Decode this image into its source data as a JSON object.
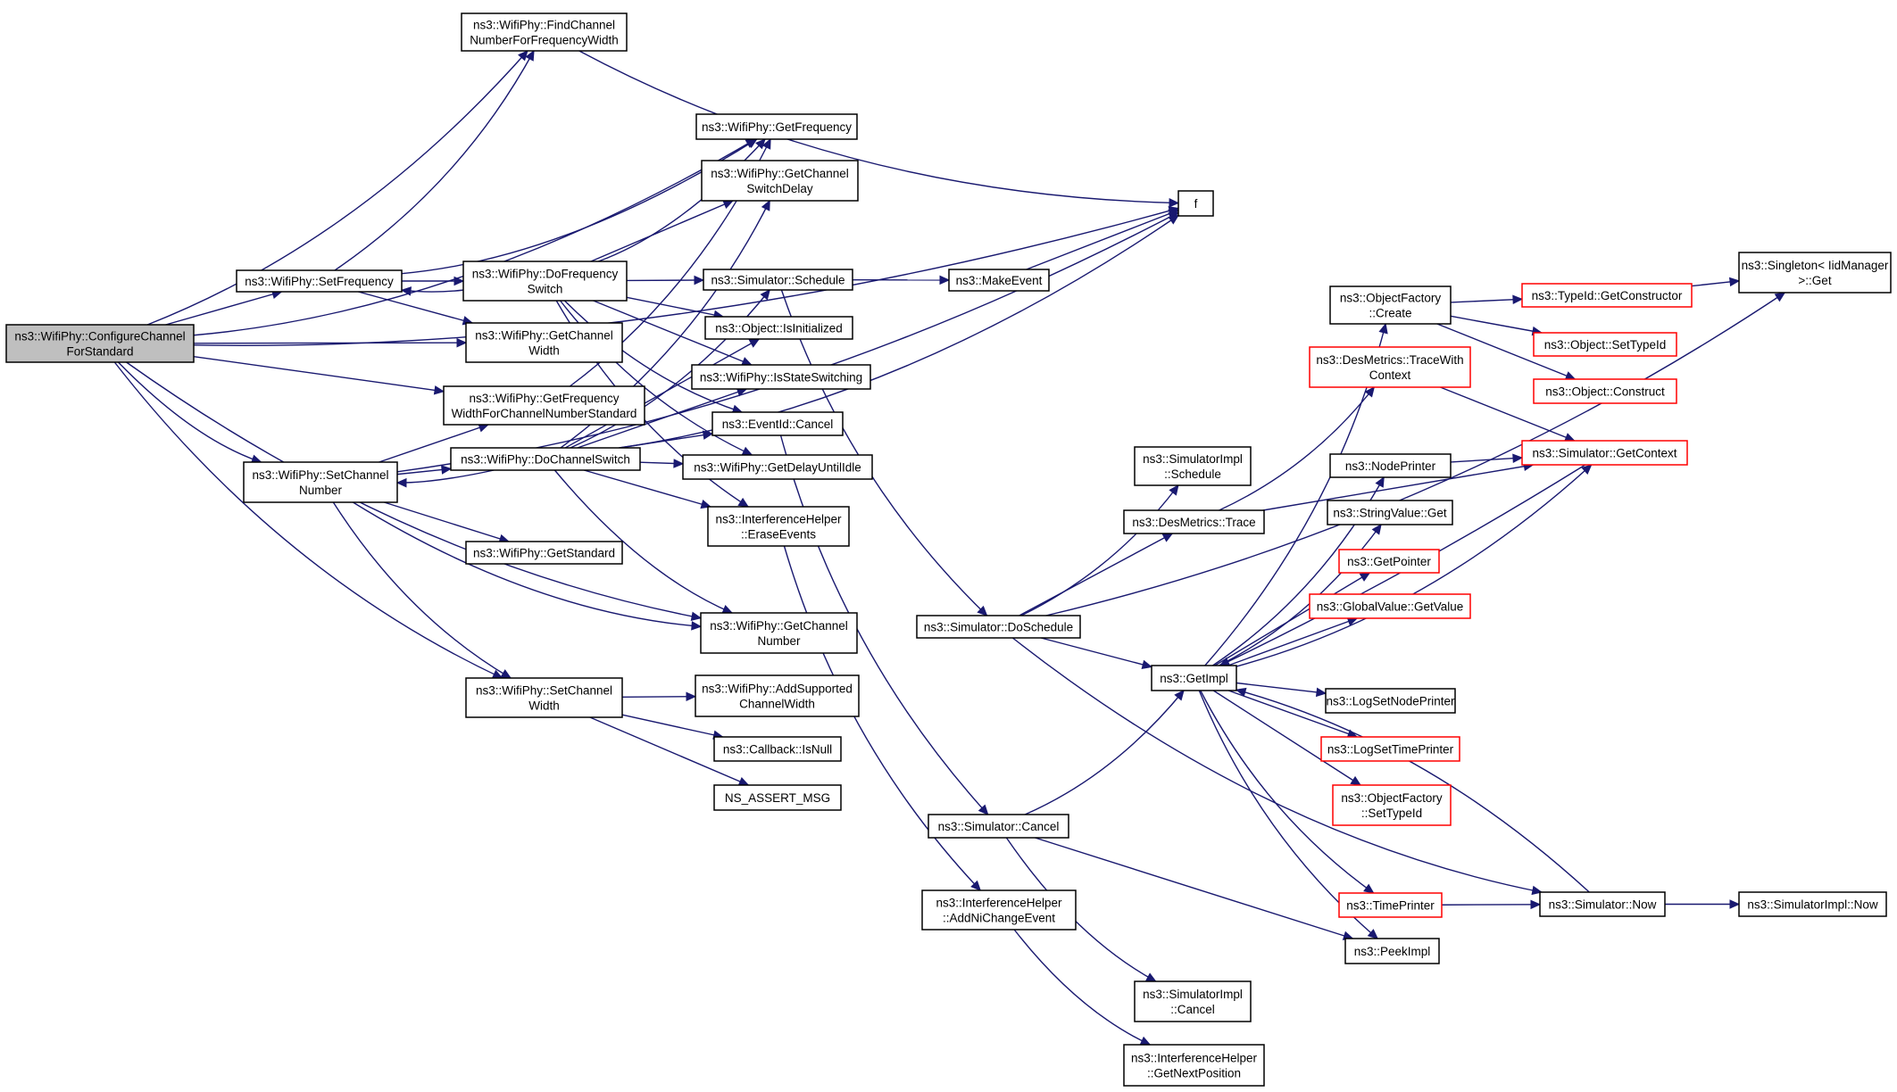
{
  "colors": {
    "edge": "#191970",
    "node_border": "#000000",
    "node_border_truncated": "#ff0000",
    "root_fill": "#bfbfbf",
    "node_fill": "#ffffff"
  },
  "nodes": [
    {
      "id": "n_configure",
      "name": "configure-channel-for-standard-node",
      "lines": [
        "ns3::WifiPhy::ConfigureChannel",
        "ForStandard"
      ],
      "root": true
    },
    {
      "id": "n_findchannel",
      "name": "find-channel-number-node",
      "lines": [
        "ns3::WifiPhy::FindChannel",
        "NumberForFrequencyWidth"
      ]
    },
    {
      "id": "n_getfrequency",
      "name": "get-frequency-node",
      "lines": [
        "ns3::WifiPhy::GetFrequency"
      ]
    },
    {
      "id": "n_getchswitchdelay",
      "name": "get-channel-switch-delay-node",
      "lines": [
        "ns3::WifiPhy::GetChannel",
        "SwitchDelay"
      ]
    },
    {
      "id": "n_f",
      "name": "f-node",
      "lines": [
        "f"
      ]
    },
    {
      "id": "n_setfrequency",
      "name": "set-frequency-node",
      "lines": [
        "ns3::WifiPhy::SetFrequency"
      ]
    },
    {
      "id": "n_dofrequencyswitch",
      "name": "do-frequency-switch-node",
      "lines": [
        "ns3::WifiPhy::DoFrequency",
        "Switch"
      ]
    },
    {
      "id": "n_schedule",
      "name": "simulator-schedule-node",
      "lines": [
        "ns3::Simulator::Schedule"
      ]
    },
    {
      "id": "n_makeevent",
      "name": "make-event-node",
      "lines": [
        "ns3::MakeEvent"
      ]
    },
    {
      "id": "n_getchwidth",
      "name": "get-channel-width-node",
      "lines": [
        "ns3::WifiPhy::GetChannel",
        "Width"
      ]
    },
    {
      "id": "n_isinitialized",
      "name": "object-is-initialized-node",
      "lines": [
        "ns3::Object::IsInitialized"
      ]
    },
    {
      "id": "n_getfreqwidth",
      "name": "get-frequency-width-node",
      "lines": [
        "ns3::WifiPhy::GetFrequency",
        "WidthForChannelNumberStandard"
      ]
    },
    {
      "id": "n_isstateswitching",
      "name": "is-state-switching-node",
      "lines": [
        "ns3::WifiPhy::IsStateSwitching"
      ]
    },
    {
      "id": "n_eventcancel",
      "name": "eventid-cancel-node",
      "lines": [
        "ns3::EventId::Cancel"
      ]
    },
    {
      "id": "n_setchnumber",
      "name": "set-channel-number-node",
      "lines": [
        "ns3::WifiPhy::SetChannel",
        "Number"
      ]
    },
    {
      "id": "n_dochannelswitch",
      "name": "do-channel-switch-node",
      "lines": [
        "ns3::WifiPhy::DoChannelSwitch"
      ]
    },
    {
      "id": "n_getdelayuntilidle",
      "name": "get-delay-until-idle-node",
      "lines": [
        "ns3::WifiPhy::GetDelayUntilIdle"
      ]
    },
    {
      "id": "n_eraseevents",
      "name": "erase-events-node",
      "lines": [
        "ns3::InterferenceHelper",
        "::EraseEvents"
      ]
    },
    {
      "id": "n_getstandard",
      "name": "get-standard-node",
      "lines": [
        "ns3::WifiPhy::GetStandard"
      ]
    },
    {
      "id": "n_getchnumber",
      "name": "get-channel-number-node",
      "lines": [
        "ns3::WifiPhy::GetChannel",
        "Number"
      ]
    },
    {
      "id": "n_setchwidth",
      "name": "set-channel-width-node",
      "lines": [
        "ns3::WifiPhy::SetChannel",
        "Width"
      ]
    },
    {
      "id": "n_addsupported",
      "name": "add-supported-channel-width-node",
      "lines": [
        "ns3::WifiPhy::AddSupported",
        "ChannelWidth"
      ]
    },
    {
      "id": "n_isnull",
      "name": "callback-is-null-node",
      "lines": [
        "ns3::Callback::IsNull"
      ]
    },
    {
      "id": "n_nsassert",
      "name": "ns-assert-msg-node",
      "lines": [
        "NS_ASSERT_MSG"
      ]
    },
    {
      "id": "n_doschedule",
      "name": "simulator-do-schedule-node",
      "lines": [
        "ns3::Simulator::DoSchedule"
      ]
    },
    {
      "id": "n_simcancel",
      "name": "simulator-cancel-node",
      "lines": [
        "ns3::Simulator::Cancel"
      ]
    },
    {
      "id": "n_addnichange",
      "name": "add-ni-change-event-node",
      "lines": [
        "ns3::InterferenceHelper",
        "::AddNiChangeEvent"
      ]
    },
    {
      "id": "n_simimplschedule",
      "name": "simulator-impl-schedule-node",
      "lines": [
        "ns3::SimulatorImpl",
        "::Schedule"
      ]
    },
    {
      "id": "n_desmetricstrace",
      "name": "desmetrics-trace-node",
      "lines": [
        "ns3::DesMetrics::Trace"
      ]
    },
    {
      "id": "n_getimpl",
      "name": "get-impl-node",
      "lines": [
        "ns3::GetImpl"
      ]
    },
    {
      "id": "n_simimplcancel",
      "name": "simulator-impl-cancel-node",
      "lines": [
        "ns3::SimulatorImpl",
        "::Cancel"
      ]
    },
    {
      "id": "n_getnextposition",
      "name": "get-next-position-node",
      "lines": [
        "ns3::InterferenceHelper",
        "::GetNextPosition"
      ]
    },
    {
      "id": "n_objfactorycreate",
      "name": "object-factory-create-node",
      "lines": [
        "ns3::ObjectFactory",
        "::Create"
      ]
    },
    {
      "id": "n_tracewithcontext",
      "name": "trace-with-context-node",
      "lines": [
        "ns3::DesMetrics::TraceWith",
        "Context"
      ],
      "truncated": true
    },
    {
      "id": "n_nodeprinter",
      "name": "node-printer-node",
      "lines": [
        "ns3::NodePrinter"
      ]
    },
    {
      "id": "n_stringvalueget",
      "name": "string-value-get-node",
      "lines": [
        "ns3::StringValue::Get"
      ]
    },
    {
      "id": "n_getpointer",
      "name": "get-pointer-node",
      "lines": [
        "ns3::GetPointer"
      ],
      "truncated": true
    },
    {
      "id": "n_globalvalue",
      "name": "global-value-get-value-node",
      "lines": [
        "ns3::GlobalValue::GetValue"
      ],
      "truncated": true
    },
    {
      "id": "n_logsetnodeprinter",
      "name": "log-set-node-printer-node",
      "lines": [
        "ns3::LogSetNodePrinter"
      ]
    },
    {
      "id": "n_logsettimeprinter",
      "name": "log-set-time-printer-node",
      "lines": [
        "ns3::LogSetTimePrinter"
      ],
      "truncated": true
    },
    {
      "id": "n_objfactorysettypeid",
      "name": "object-factory-set-type-id-node",
      "lines": [
        "ns3::ObjectFactory",
        "::SetTypeId"
      ],
      "truncated": true
    },
    {
      "id": "n_timeprinter",
      "name": "time-printer-node",
      "lines": [
        "ns3::TimePrinter"
      ],
      "truncated": true
    },
    {
      "id": "n_peekimpl",
      "name": "peek-impl-node",
      "lines": [
        "ns3::PeekImpl"
      ]
    },
    {
      "id": "n_getconstructor",
      "name": "typeid-get-constructor-node",
      "lines": [
        "ns3::TypeId::GetConstructor"
      ],
      "truncated": true
    },
    {
      "id": "n_objsettypeid",
      "name": "object-set-type-id-node",
      "lines": [
        "ns3::Object::SetTypeId"
      ],
      "truncated": true
    },
    {
      "id": "n_objconstruct",
      "name": "object-construct-node",
      "lines": [
        "ns3::Object::Construct"
      ],
      "truncated": true
    },
    {
      "id": "n_getcontext",
      "name": "simulator-get-context-node",
      "lines": [
        "ns3::Simulator::GetContext"
      ],
      "truncated": true
    },
    {
      "id": "n_singletonget",
      "name": "singleton-iidmanager-get-node",
      "lines": [
        "ns3::Singleton< IidManager",
        ">::Get"
      ]
    },
    {
      "id": "n_simnow",
      "name": "simulator-now-node",
      "lines": [
        "ns3::Simulator::Now"
      ]
    },
    {
      "id": "n_simimplnow",
      "name": "simulator-impl-now-node",
      "lines": [
        "ns3::SimulatorImpl::Now"
      ]
    }
  ],
  "edges": [
    [
      "n_configure",
      "n_findchannel"
    ],
    [
      "n_configure",
      "n_f"
    ],
    [
      "n_configure",
      "n_getfrequency"
    ],
    [
      "n_configure",
      "n_setfrequency"
    ],
    [
      "n_configure",
      "n_getchwidth"
    ],
    [
      "n_configure",
      "n_getfreqwidth"
    ],
    [
      "n_configure",
      "n_setchnumber"
    ],
    [
      "n_configure",
      "n_getchnumber"
    ],
    [
      "n_configure",
      "n_setchwidth"
    ],
    [
      "n_findchannel",
      "n_f"
    ],
    [
      "n_setfrequency",
      "n_findchannel"
    ],
    [
      "n_setfrequency",
      "n_getfrequency"
    ],
    [
      "n_setfrequency",
      "n_dofrequencyswitch"
    ],
    [
      "n_setfrequency",
      "n_getchwidth"
    ],
    [
      "n_dofrequencyswitch",
      "n_setfrequency"
    ],
    [
      "n_dofrequencyswitch",
      "n_getfrequency"
    ],
    [
      "n_dofrequencyswitch",
      "n_getchswitchdelay"
    ],
    [
      "n_dofrequencyswitch",
      "n_schedule"
    ],
    [
      "n_dofrequencyswitch",
      "n_isinitialized"
    ],
    [
      "n_dofrequencyswitch",
      "n_isstateswitching"
    ],
    [
      "n_dofrequencyswitch",
      "n_eventcancel"
    ],
    [
      "n_dofrequencyswitch",
      "n_getdelayuntilidle"
    ],
    [
      "n_dofrequencyswitch",
      "n_eraseevents"
    ],
    [
      "n_getfreqwidth",
      "n_getfrequency"
    ],
    [
      "n_setchnumber",
      "n_getfreqwidth"
    ],
    [
      "n_setchnumber",
      "n_dochannelswitch"
    ],
    [
      "n_setchnumber",
      "n_getstandard"
    ],
    [
      "n_setchnumber",
      "n_getchnumber"
    ],
    [
      "n_setchnumber",
      "n_setchwidth"
    ],
    [
      "n_setchnumber",
      "n_f"
    ],
    [
      "n_dochannelswitch",
      "n_setchnumber"
    ],
    [
      "n_dochannelswitch",
      "n_getchswitchdelay"
    ],
    [
      "n_dochannelswitch",
      "n_schedule"
    ],
    [
      "n_dochannelswitch",
      "n_isinitialized"
    ],
    [
      "n_dochannelswitch",
      "n_isstateswitching"
    ],
    [
      "n_dochannelswitch",
      "n_eventcancel"
    ],
    [
      "n_dochannelswitch",
      "n_getdelayuntilidle"
    ],
    [
      "n_dochannelswitch",
      "n_eraseevents"
    ],
    [
      "n_dochannelswitch",
      "n_getchnumber"
    ],
    [
      "n_dochannelswitch",
      "n_f"
    ],
    [
      "n_setchwidth",
      "n_addsupported"
    ],
    [
      "n_setchwidth",
      "n_isnull"
    ],
    [
      "n_setchwidth",
      "n_nsassert"
    ],
    [
      "n_schedule",
      "n_makeevent"
    ],
    [
      "n_schedule",
      "n_doschedule"
    ],
    [
      "n_makeevent",
      "n_f"
    ],
    [
      "n_eventcancel",
      "n_simcancel"
    ],
    [
      "n_eraseevents",
      "n_addnichange"
    ],
    [
      "n_doschedule",
      "n_simimplschedule"
    ],
    [
      "n_doschedule",
      "n_desmetricstrace"
    ],
    [
      "n_doschedule",
      "n_getimpl"
    ],
    [
      "n_doschedule",
      "n_singletonget"
    ],
    [
      "n_doschedule",
      "n_simnow"
    ],
    [
      "n_simcancel",
      "n_getimpl"
    ],
    [
      "n_simcancel",
      "n_simimplcancel"
    ],
    [
      "n_simcancel",
      "n_peekimpl"
    ],
    [
      "n_addnichange",
      "n_getnextposition"
    ],
    [
      "n_desmetricstrace",
      "n_tracewithcontext"
    ],
    [
      "n_desmetricstrace",
      "n_getcontext"
    ],
    [
      "n_getimpl",
      "n_objfactorycreate"
    ],
    [
      "n_getimpl",
      "n_nodeprinter"
    ],
    [
      "n_getimpl",
      "n_stringvalueget"
    ],
    [
      "n_getimpl",
      "n_getpointer"
    ],
    [
      "n_getimpl",
      "n_globalvalue"
    ],
    [
      "n_getimpl",
      "n_logsetnodeprinter"
    ],
    [
      "n_getimpl",
      "n_logsettimeprinter"
    ],
    [
      "n_getimpl",
      "n_objfactorysettypeid"
    ],
    [
      "n_getimpl",
      "n_timeprinter"
    ],
    [
      "n_getimpl",
      "n_peekimpl"
    ],
    [
      "n_getimpl",
      "n_getcontext"
    ],
    [
      "n_objfactorycreate",
      "n_getconstructor"
    ],
    [
      "n_objfactorycreate",
      "n_objsettypeid"
    ],
    [
      "n_objfactorycreate",
      "n_objconstruct"
    ],
    [
      "n_getconstructor",
      "n_singletonget"
    ],
    [
      "n_tracewithcontext",
      "n_getcontext"
    ],
    [
      "n_nodeprinter",
      "n_getcontext"
    ],
    [
      "n_getcontext",
      "n_getimpl"
    ],
    [
      "n_timeprinter",
      "n_simnow"
    ],
    [
      "n_simnow",
      "n_getimpl"
    ],
    [
      "n_simnow",
      "n_simimplnow"
    ]
  ]
}
